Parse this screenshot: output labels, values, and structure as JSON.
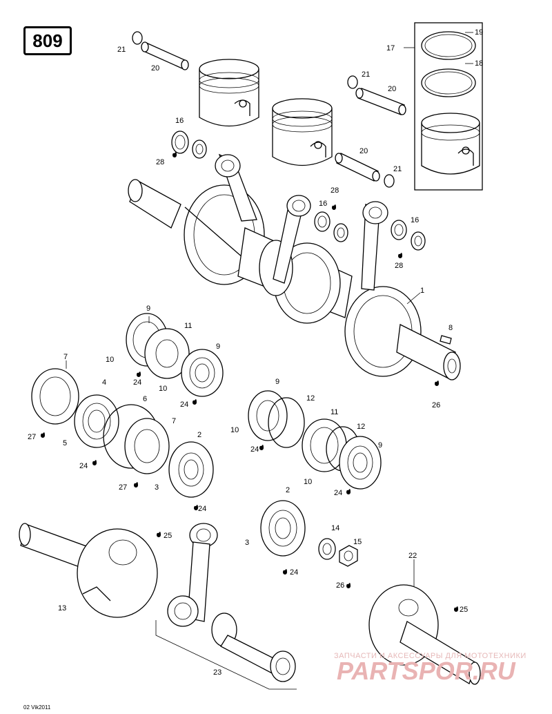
{
  "diagram": {
    "page_number": "809",
    "code": "02 Vik2011",
    "labels": [
      {
        "id": "l21a",
        "text": "21"
      },
      {
        "id": "l20a",
        "text": "20"
      },
      {
        "id": "l17",
        "text": "17"
      },
      {
        "id": "l19",
        "text": "19"
      },
      {
        "id": "l18",
        "text": "18"
      },
      {
        "id": "l21b",
        "text": "21"
      },
      {
        "id": "l20b",
        "text": "20"
      },
      {
        "id": "l16a",
        "text": "16"
      },
      {
        "id": "l28a",
        "text": "28"
      },
      {
        "id": "l20c",
        "text": "20"
      },
      {
        "id": "l21c",
        "text": "21"
      },
      {
        "id": "l28b",
        "text": "28"
      },
      {
        "id": "l16b",
        "text": "16"
      },
      {
        "id": "l16c",
        "text": "16"
      },
      {
        "id": "l28c",
        "text": "28"
      },
      {
        "id": "l1",
        "text": "1"
      },
      {
        "id": "l8",
        "text": "8"
      },
      {
        "id": "l26a",
        "text": "26"
      },
      {
        "id": "l9a",
        "text": "9"
      },
      {
        "id": "l11a",
        "text": "11"
      },
      {
        "id": "l10a",
        "text": "10"
      },
      {
        "id": "l24a",
        "text": "24"
      },
      {
        "id": "l9b",
        "text": "9"
      },
      {
        "id": "l10b",
        "text": "10"
      },
      {
        "id": "l24b",
        "text": "24"
      },
      {
        "id": "l7a",
        "text": "7"
      },
      {
        "id": "l4",
        "text": "4"
      },
      {
        "id": "l6",
        "text": "6"
      },
      {
        "id": "l7b",
        "text": "7"
      },
      {
        "id": "l27a",
        "text": "27"
      },
      {
        "id": "l5",
        "text": "5"
      },
      {
        "id": "l24c",
        "text": "24"
      },
      {
        "id": "l27b",
        "text": "27"
      },
      {
        "id": "l2a",
        "text": "2"
      },
      {
        "id": "l3a",
        "text": "3"
      },
      {
        "id": "l24d",
        "text": "24"
      },
      {
        "id": "l9c",
        "text": "9"
      },
      {
        "id": "l12a",
        "text": "12"
      },
      {
        "id": "l10c",
        "text": "10"
      },
      {
        "id": "l24e",
        "text": "24"
      },
      {
        "id": "l11b",
        "text": "11"
      },
      {
        "id": "l12b",
        "text": "12"
      },
      {
        "id": "l9d",
        "text": "9"
      },
      {
        "id": "l10d",
        "text": "10"
      },
      {
        "id": "l24f",
        "text": "24"
      },
      {
        "id": "l25a",
        "text": "25"
      },
      {
        "id": "l13",
        "text": "13"
      },
      {
        "id": "l2b",
        "text": "2"
      },
      {
        "id": "l3b",
        "text": "3"
      },
      {
        "id": "l24g",
        "text": "24"
      },
      {
        "id": "l14",
        "text": "14"
      },
      {
        "id": "l15",
        "text": "15"
      },
      {
        "id": "l26b",
        "text": "26"
      },
      {
        "id": "l22",
        "text": "22"
      },
      {
        "id": "l25b",
        "text": "25"
      },
      {
        "id": "l23",
        "text": "23"
      }
    ]
  },
  "watermark": {
    "text": "ЗАПЧАСТИ И АКСЕССУАРЫ ДЛЯ МОТОТЕХНИКИ",
    "logo": "PARTSPOR.RU",
    "color": "#e6b8b8"
  }
}
